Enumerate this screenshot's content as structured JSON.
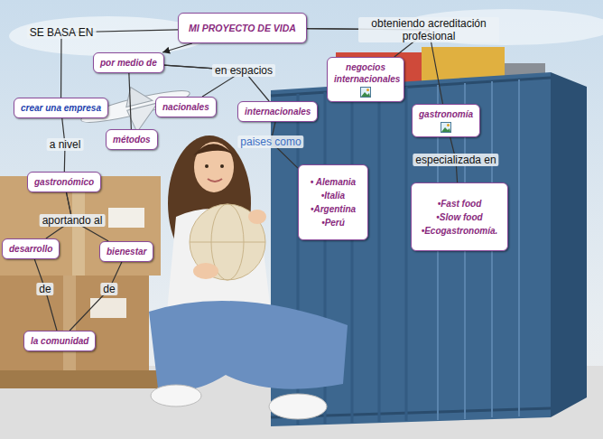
{
  "diagram": {
    "nodes": [
      {
        "text": [
          "MI PROYECTO DE VIDA"
        ]
      },
      {
        "text": [
          "por medio de"
        ]
      },
      {
        "text": [
          "crear una empresa"
        ]
      },
      {
        "text": [
          "métodos"
        ]
      },
      {
        "text": [
          "nacionales"
        ]
      },
      {
        "text": [
          "internacionales"
        ]
      },
      {
        "text": [
          "negocios internacionales"
        ]
      },
      {
        "text": [
          "gastronomía"
        ]
      },
      {
        "text": [
          "gastronómico"
        ]
      },
      {
        "text": [
          "• Alemania",
          "•Italia",
          "•Argentina",
          "•Perú"
        ]
      },
      {
        "text": [
          "•Fast food",
          "•Slow food",
          "•Ecogastronomía."
        ]
      },
      {
        "text": [
          "desarrollo"
        ]
      },
      {
        "text": [
          "bienestar"
        ]
      },
      {
        "text": [
          "la comunidad"
        ]
      }
    ],
    "edges": [
      {
        "from": 0,
        "to": 2,
        "label": "SE BASA EN",
        "arrow": "none"
      },
      {
        "from": 0,
        "to": 1,
        "arrow": "to"
      },
      {
        "from": 1,
        "to": 3,
        "arrow": "none"
      },
      {
        "from": 1,
        "to": 4,
        "label": "en espacios",
        "arrow": "none"
      },
      {
        "from": 1,
        "to": 5,
        "arrow": "none"
      },
      {
        "from": 5,
        "to": 9,
        "label": "paises como",
        "arrow": "none"
      },
      {
        "from": 2,
        "to": 8,
        "label": "a nivel",
        "arrow": "none"
      },
      {
        "from": 8,
        "to": 11,
        "label": "aportando al",
        "arrow": "none"
      },
      {
        "from": 8,
        "to": 12,
        "arrow": "none"
      },
      {
        "from": 11,
        "to": 13,
        "label": "de",
        "arrow": "none"
      },
      {
        "from": 12,
        "to": 13,
        "label": "de",
        "arrow": "none"
      },
      {
        "from": 0,
        "to": 6,
        "label": "obteniendo acreditación profesional",
        "arrow": "none"
      },
      {
        "from": 0,
        "to": 7,
        "arrow": "none"
      },
      {
        "from": 7,
        "to": 10,
        "label": "especializada en",
        "arrow": "none"
      }
    ]
  }
}
